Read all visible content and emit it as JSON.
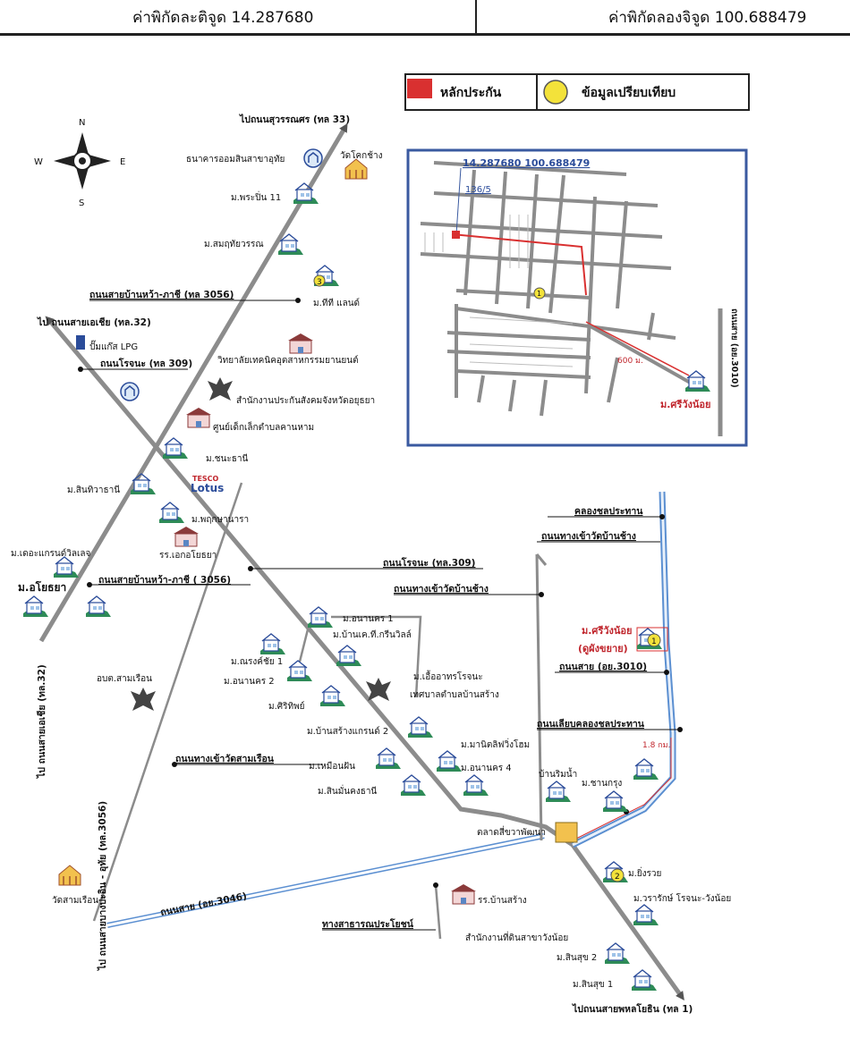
{
  "header": {
    "lat_label": "ค่าพิกัดละติจูด 14.287680",
    "lon_label": "ค่าพิกัดลองจิจูด 100.688479"
  },
  "legend": {
    "collateral": "หลักประกัน",
    "comparable": "ข้อมูลเปรียบเทียบ"
  },
  "compass": {
    "n": "N",
    "s": "S",
    "e": "E",
    "w": "W"
  },
  "inset": {
    "coords": "14.287680 100.688479",
    "plot_no": "136/5",
    "distance": "600 ม.",
    "road": "ถนนสาย (อย.3010)",
    "village": "ม.ศรีวังน้อย",
    "comparable_no": "1"
  },
  "roads": {
    "to_suwannasorn": "ไปถนนสุวรรณศร (ทล 33)",
    "banwa_phachi_3056_top": "ถนนสายบ้านหว้า-ภาชี (ทล 3056)",
    "to_asia_32": "ไป ถนนสายเอเชีย (ทล.32)",
    "rojana_309_left": "ถนนโรจนะ (ทล 309)",
    "banwa_phachi_3056_low": "ถนนสายบ้านหว้า-ภาชี ( 3056)",
    "rojana_309_mid": "ถนนโรจนะ (ทล.309)",
    "to_asia_32_vertical": "ไป ถนนสายเอเชีย (ทล.32)",
    "to_bangpa_in": "ไป ถนนสายบางปะอิน - อุทัย (ทล.3056)",
    "samruen_temple_road": "ถนนทางเข้าวัดสามเรือน",
    "road_3046": "ถนนสาย (อย.3046)",
    "public_way": "ทางสาธารณประโยชน์",
    "chon_canal": "คลองชลประทาน",
    "banchang_temple_road_1": "ถนนทางเข้าวัดบ้านช้าง",
    "banchang_temple_road_2": "ถนนทางเข้าวัดบ้านช้าง",
    "road_3010": "ถนนสาย (อย.3010)",
    "canal_side_road": "ถนนเลียบคลองชลประทาน",
    "distance_1_8": "1.8 กม.",
    "to_phahon": "ไปถนนสายพหลโยธิน (ทล 1)"
  },
  "places": {
    "gsb": "ธนาคารออมสินสาขาอุทัย",
    "wat_khok_chang": "วัดโคกช้าง",
    "phraphin": "ม.พระปิ่น 11",
    "somruethai": "ม.สมฤทัยวรรณ",
    "tt_land": "ม.ทีที แลนด์",
    "lpg": "ปั๊มแก๊ส LPG",
    "tech_college": "วิทยาลัยเทคนิคอุตสาหกรรมยานยนต์",
    "sso": "สำนักงานประกันสังคมจังหวัดอยุธยา",
    "child_center": "ศูนย์เด็กเล็กตำบลคานหาม",
    "chanathani": "ม.ชนะธานี",
    "sinthavathani": "ม.สินทิวาธานี",
    "tesco_top": "TESCO",
    "tesco_bottom": "Lotus",
    "pruksa": "ม.พฤกษานารา",
    "ekayothaya_school": "รร.เอกอโยธยา",
    "grand_ville": "ม.เดอะแกรนด์วิลเลจ",
    "ayothaya": "ม.อโยธยา",
    "samruen_sao": "อบต.สามเรือน",
    "wat_samruen": "วัดสามเรือน",
    "ananakorn1": "ม.อนานคร 1",
    "kt_greenville": "ม.บ้านเค.ที.กรีนวิลล์",
    "narongchai": "ม.ณรงค์ชัย 1",
    "ananakorn2": "ม.อนานคร 2",
    "siripat": "ม.ศิริทิพย์",
    "euaarthorn": "ม.เอื้ออาทรโรจนะ",
    "tessaban": "เทศบาลตำบลบ้านสร้าง",
    "bansang_grand": "ม.บ้านสร้างแกรนด์ 2",
    "maneeliving": "ม.มานิตลิฟวิ่งโฮม",
    "muenfun": "ม.เหมือนฝัน",
    "ananakorn4": "ม.อนานคร 4",
    "sinmankong": "ม.สินมั่นคงธานี",
    "banrimnam": "บ้านริมน้ำ",
    "chankrung": "ม.ชานกรุง",
    "market": "ตลาดสี่ขวาพัฒนา",
    "srivangnoi_ext": "ม.ศรีวังน้อย",
    "srivangnoi_ext2": "(ดูผังขยาย)",
    "comparable_no": "1",
    "yingruay": "ม.ยิ่งรวย",
    "yingruay_no": "2",
    "vararak": "ม.วรารักษ์ โรจนะ-วังน้อย",
    "bansang_school": "รร.บ้านสร้าง",
    "land_office": "สำนักงานที่ดินสาขาวังน้อย",
    "sinsuk2": "ม.สินสุข 2",
    "sinsuk1": "ม.สินสุข 1",
    "tt_no": "3"
  },
  "colors": {
    "road": "#8c8c8c",
    "canal": "#5b8fd1",
    "collateral": "#d93030",
    "comparable": "#f3e23a",
    "house_green": "#2e8b57",
    "inset_border": "#3a5aa0"
  }
}
